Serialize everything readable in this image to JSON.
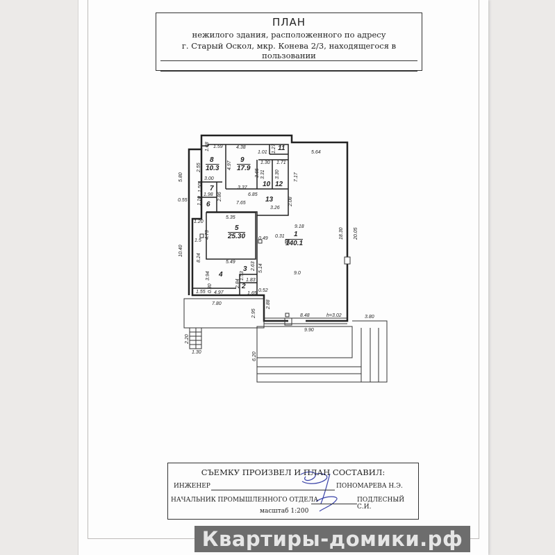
{
  "header": {
    "title": "ПЛАН",
    "line1": "нежилого здания, расположенного по адресу",
    "line2": "г. Старый Оскол, мкр. Конева 2/3, находящегося в пользовании"
  },
  "rooms": [
    {
      "number": "1",
      "area": "140.1"
    },
    {
      "number": "2",
      "area": ""
    },
    {
      "number": "3",
      "area": ""
    },
    {
      "number": "4",
      "area": ""
    },
    {
      "number": "5",
      "area": "25.30"
    },
    {
      "number": "6",
      "area": ""
    },
    {
      "number": "7",
      "area": ""
    },
    {
      "number": "8",
      "area": "10.3"
    },
    {
      "number": "9",
      "area": "17.9"
    },
    {
      "number": "10",
      "area": ""
    },
    {
      "number": "11",
      "area": ""
    },
    {
      "number": "12",
      "area": ""
    },
    {
      "number": "13",
      "area": ""
    }
  ],
  "dimensions": [
    "1.59",
    "1.68",
    "4.38",
    "1.01",
    "1.27",
    "5.64",
    "2.55",
    "4.97",
    "1.30",
    "1.71",
    "3.65",
    "3.31",
    "3.30",
    "7.17",
    "3.00",
    "5.80",
    "1.50",
    "3.37",
    "6.85",
    "1.98",
    "2.86",
    "0.55",
    "1.10",
    "7.65",
    "2.08",
    "3.26",
    "5.35",
    "1.20",
    "9.18",
    "18.30",
    "20.05",
    "4.73",
    "1.5",
    "8.24",
    "5.49",
    "10.40",
    "3.94",
    "2.63",
    "5.14",
    "1.53",
    "2.84",
    "1.83",
    "9.0",
    "1.55",
    "0.30",
    "4.97",
    "1.65",
    "0.52",
    "7.80",
    "2.88",
    "2.95",
    "8.48",
    "h=3.02",
    "9.90",
    "3.80",
    "2.20",
    "1.30",
    "6.20",
    "0.31",
    "0.49"
  ],
  "footer": {
    "title": "СЪЕМКУ ПРОИЗВЕЛ И ПЛАН СОСТАВИЛ:",
    "engineer_role": "ИНЖЕНЕР",
    "engineer_name": "ПОНОМАРЕВА Н.Э.",
    "chief_role": "НАЧАЛЬНИК ПРОМЫШЛЕННОГО ОТДЕЛА",
    "chief_name": "ПОДЛЕСНЫЙ С.И.",
    "scale": "масштаб 1:200"
  },
  "watermark": {
    "text": "Квартиры-домики.рф"
  }
}
